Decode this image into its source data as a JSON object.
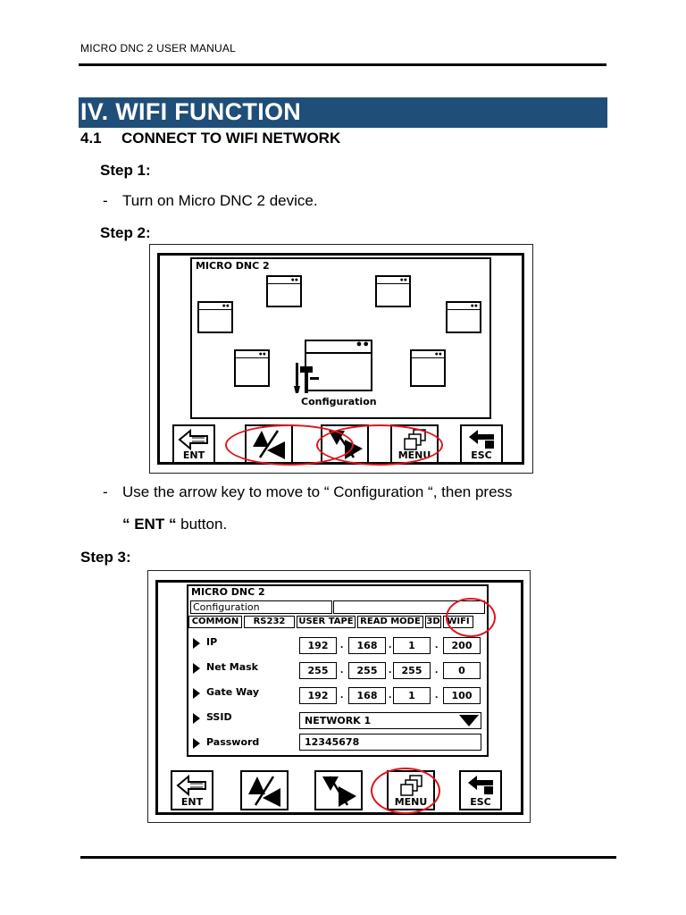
{
  "header": {
    "manual_title": "MICRO DNC 2 USER MANUAL"
  },
  "section": {
    "title": "IV. WIFI FUNCTION"
  },
  "subsection": {
    "number": "4.1",
    "title": "CONNECT TO WIFI NETWORK"
  },
  "steps": {
    "step1": {
      "label": "Step 1:",
      "dash": "-",
      "text": "Turn on Micro DNC 2 device."
    },
    "step2": {
      "label": "Step 2:",
      "dash": "-",
      "text_line1": "Use the arrow key to move to “ Configuration “, then press",
      "text_bold": "“ ENT “",
      "text_rest": " button."
    },
    "step3": {
      "label": "Step 3:"
    }
  },
  "device_screen_1": {
    "title": "MICRO DNC 2",
    "selected_item": "Configuration",
    "buttons": {
      "ent": "ENT",
      "menu": "MENU",
      "esc": "ESC"
    }
  },
  "device_screen_2": {
    "title": "MICRO DNC 2",
    "subtitle": "Configuration",
    "tabs": [
      "COMMON",
      "RS232",
      "USER TAPE",
      "READ MODE",
      "3D",
      "WIFI"
    ],
    "fields": {
      "ip": {
        "label": "IP",
        "values": [
          "192",
          "168",
          "1",
          "200"
        ]
      },
      "net_mask": {
        "label": "Net Mask",
        "values": [
          "255",
          "255",
          "255",
          "0"
        ]
      },
      "gate_way": {
        "label": "Gate Way",
        "values": [
          "192",
          "168",
          "1",
          "100"
        ]
      },
      "ssid": {
        "label": "SSID",
        "value": "NETWORK 1"
      },
      "password": {
        "label": "Password",
        "value": "12345678"
      }
    },
    "buttons": {
      "ent": "ENT",
      "menu": "MENU",
      "esc": "ESC"
    }
  },
  "colors": {
    "section_band": "#1f4e79",
    "highlight": "#e0141e"
  }
}
